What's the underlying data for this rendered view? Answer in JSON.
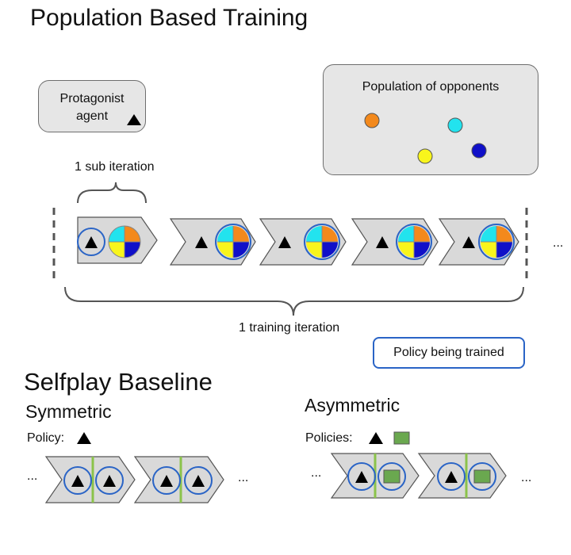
{
  "title": "Population Based Training",
  "protagonist": {
    "label_line1": "Protagonist",
    "label_line2": "agent"
  },
  "population": {
    "label": "Population of opponents"
  },
  "sub_iteration_label": "1 sub iteration",
  "training_iteration_label": "1 training iteration",
  "ellipsis": "...",
  "legend_label": "Policy being trained",
  "selfplay": {
    "title": "Selfplay Baseline",
    "symmetric": {
      "title": "Symmetric",
      "policy_label": "Policy:"
    },
    "asymmetric": {
      "title": "Asymmetric",
      "policies_label": "Policies:"
    }
  },
  "colors": {
    "arrow_fill": "#d9d9d9",
    "highlight": "#2a64c6",
    "opponent_orange": "#f3891c",
    "opponent_cyan": "#22e3ee",
    "opponent_yellow": "#f8f51c",
    "opponent_blue": "#1010c8",
    "green_policy": "#6aa84f",
    "divider_green": "#8bc34a"
  }
}
